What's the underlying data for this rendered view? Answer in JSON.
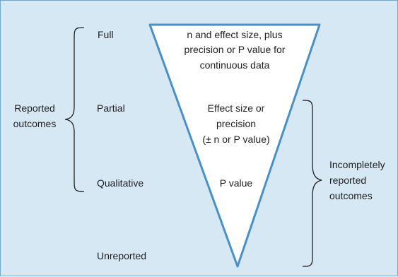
{
  "diagram": {
    "levels": {
      "full": "Full",
      "partial": "Partial",
      "qualitative": "Qualitative",
      "unreported": "Unreported"
    },
    "funnel_text": {
      "full_line1": "n and effect size, plus",
      "full_line2": "precision or P value for",
      "full_line3": "continuous data",
      "partial_line1": "Effect size or",
      "partial_line2": "precision",
      "partial_line3": "(± n or P value)",
      "qualitative_line1": "P value"
    },
    "groups": {
      "reported_line1": "Reported",
      "reported_line2": "outcomes",
      "incomplete_line1": "Incompletely",
      "incomplete_line2": "reported",
      "incomplete_line3": "outcomes"
    },
    "colors": {
      "background": "#d7e8f5",
      "border": "#6fa8d2",
      "funnel_fill": "#ffffff",
      "funnel_stroke": "#4a90c8",
      "brace": "#1f1f1f",
      "text": "#1f1f1f"
    }
  }
}
